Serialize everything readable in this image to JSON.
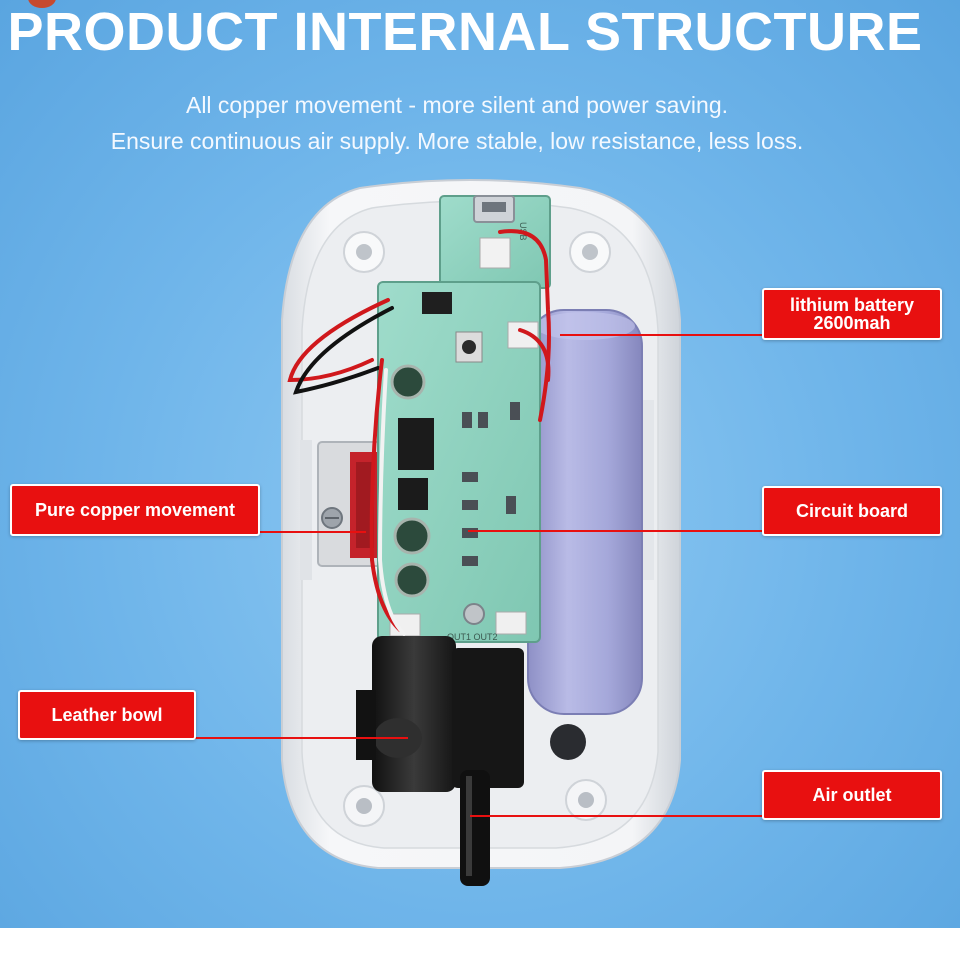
{
  "header": {
    "title": "PRODUCT INTERNAL STRUCTURE",
    "subtitle_line1": "All copper movement - more silent and power saving.",
    "subtitle_line2": "Ensure continuous air supply. More stable, low resistance, less loss."
  },
  "callouts": {
    "battery_line1": "lithium battery",
    "battery_line2": "2600mah",
    "copper": "Pure copper movement",
    "circuit": "Circuit board",
    "bowl": "Leather bowl",
    "outlet": "Air outlet"
  },
  "board_text": {
    "usb": "USB",
    "out_labels": "OUT1 OUT2"
  },
  "colors": {
    "callout_red": "#e81010",
    "background_blue": "#6fb5ea",
    "pcb_green": "#8fd3c0",
    "battery_lavender": "#a7a9d8"
  }
}
